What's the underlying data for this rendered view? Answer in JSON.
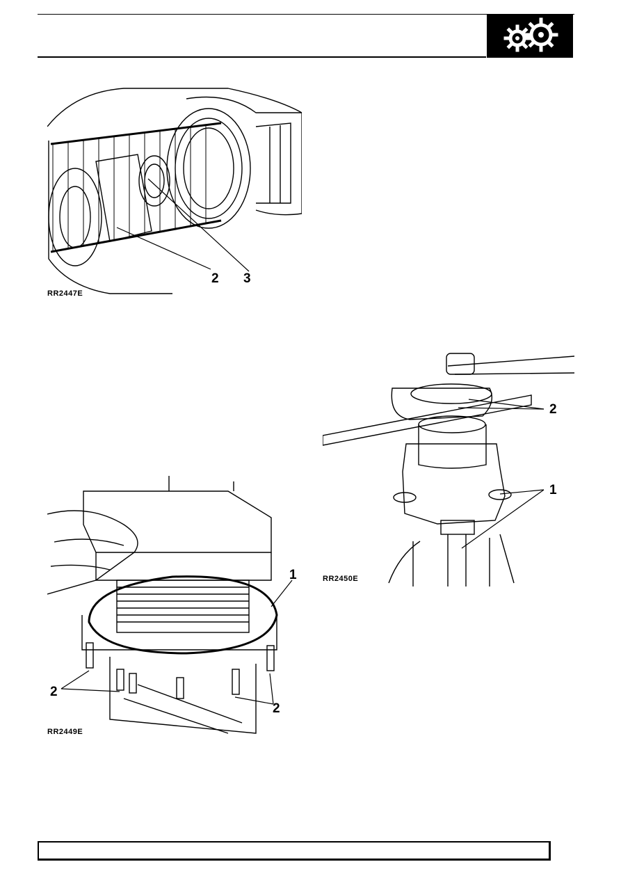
{
  "header": {
    "icon": "gears-icon",
    "badge_color": "#000000"
  },
  "figures": [
    {
      "ref": "RR2447E",
      "callouts": [
        "2",
        "3"
      ]
    },
    {
      "ref": "RR2450E",
      "callouts": [
        "2",
        "1"
      ]
    },
    {
      "ref": "RR2449E",
      "callouts": [
        "1",
        "2",
        "2"
      ]
    }
  ]
}
